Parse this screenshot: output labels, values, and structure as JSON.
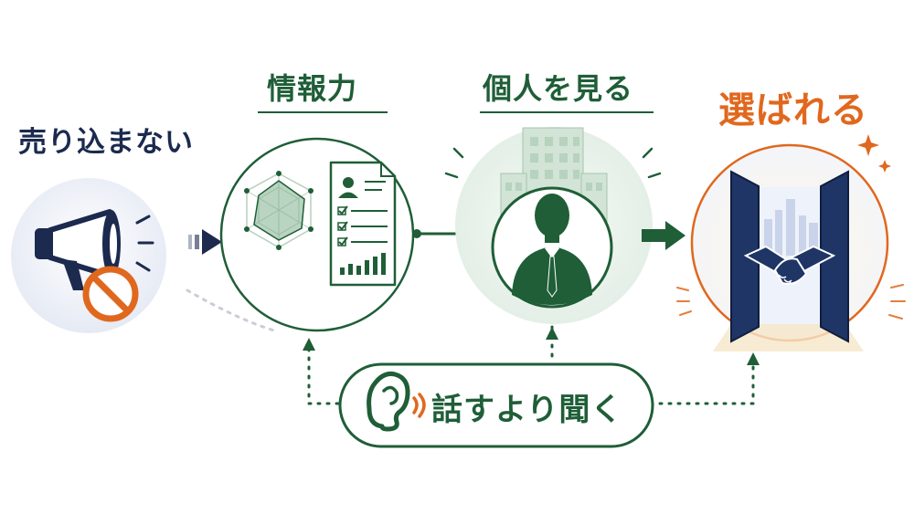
{
  "diagram": {
    "steps": [
      {
        "id": "no-hard-sell",
        "label": "売り込まない",
        "icon": "megaphone-prohibited-icon"
      },
      {
        "id": "information",
        "label": "情報力",
        "icon": "data-sheet-icon"
      },
      {
        "id": "see-the-person",
        "label": "個人を見る",
        "icon": "businessperson-icon"
      },
      {
        "id": "be-chosen",
        "label": "選ばれる",
        "icon": "handshake-door-icon"
      }
    ],
    "listening": {
      "label": "話すより聞く",
      "icon": "ear-icon"
    }
  },
  "colors": {
    "navy": "#1b2a4e",
    "green": "#1f5e37",
    "light_green": "#e7f1e9",
    "orange": "#e0681e",
    "sky": "#e9eef8"
  }
}
